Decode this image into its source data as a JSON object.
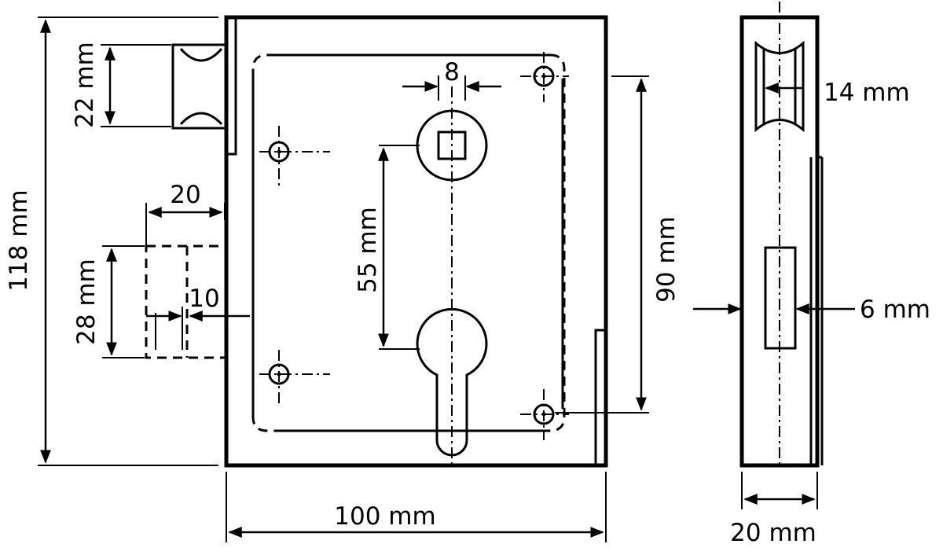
{
  "labels": {
    "height_total": "118 mm",
    "bolt_height": "22 mm",
    "backset": "20",
    "bolt2_height": "28 mm",
    "bolt2_depth": "10",
    "spindle": "8",
    "center_distance": "55 mm",
    "fixing_distance": "90 mm",
    "width_total": "100 mm",
    "side_bolt": "14 mm",
    "plate_thickness": "6 mm",
    "side_width": "20 mm"
  }
}
